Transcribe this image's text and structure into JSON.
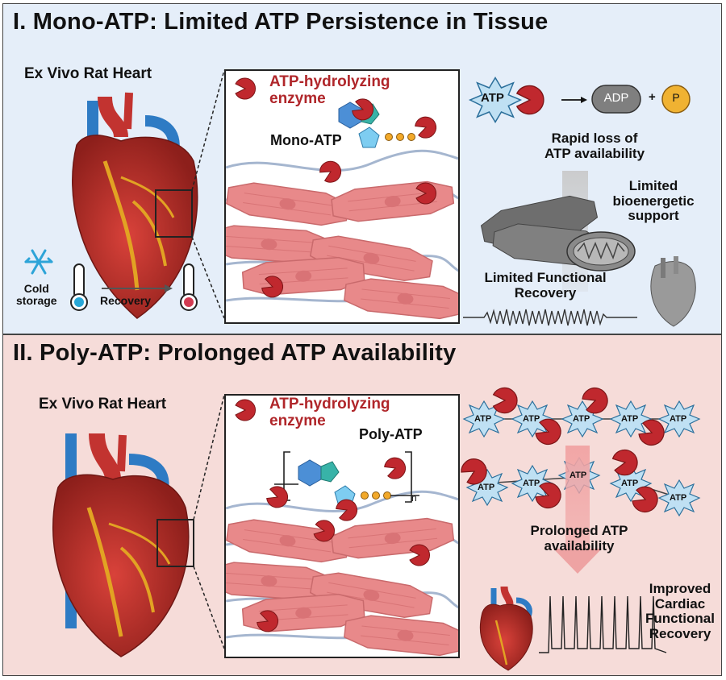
{
  "panel1": {
    "title": "I. Mono-ATP: Limited ATP Persistence in Tissue",
    "heart_label": "Ex Vivo Rat Heart",
    "snowflake_icon": "snowflake-icon",
    "cold_storage": [
      "Cold",
      "storage"
    ],
    "recovery": "Recovery",
    "enzyme_label": [
      "ATP-hydrolyzing",
      "enzyme"
    ],
    "molecule_label": "Mono-ATP",
    "atp": "ATP",
    "adp": "ADP",
    "plus": "+",
    "phosphate": "P",
    "rapid_loss": [
      "Rapid loss of",
      "ATP availability"
    ],
    "bioenergetic": [
      "Limited",
      "bioenergetic",
      "support"
    ],
    "functional": [
      "Limited Functional",
      "Recovery"
    ]
  },
  "panel2": {
    "title": "II. Poly-ATP: Prolonged ATP Availability",
    "heart_label": "Ex Vivo Rat Heart",
    "enzyme_label": [
      "ATP-hydrolyzing",
      "enzyme"
    ],
    "molecule_label": "Poly-ATP",
    "subscript_n": "n",
    "atp": "ATP",
    "prolonged": [
      "Prolonged ATP",
      "availability"
    ],
    "improved": [
      "Improved",
      "Cardiac",
      "Functional",
      "Recovery"
    ]
  },
  "colors": {
    "panel1_bg": "#e5eef9",
    "panel2_bg": "#f6dcd9",
    "enzyme_red": "#c0282e",
    "label_red": "#b0262a",
    "atp_star": "#bfe0f3",
    "tissue_pink": "#e8898a",
    "vessel_blue": "#2e7bc4"
  }
}
